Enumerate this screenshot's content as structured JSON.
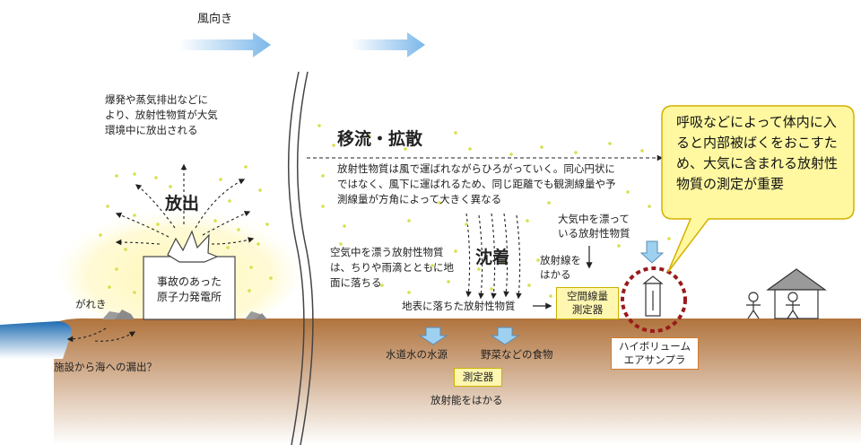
{
  "wind_label": "風向き",
  "release_desc": [
    "爆発や蒸気排出などに",
    "より、放射性物質が大気",
    "環境中に放出される"
  ],
  "release_title": "放出",
  "plant_label": [
    "事故のあった",
    "原子力発電所"
  ],
  "debris_label": "がれき",
  "sea_leak_label": "施設から海への漏出？",
  "advection_title": "移流・拡散",
  "advection_desc": [
    "放射性物質は風で運ばれながらひろがっていく。同心円状に",
    "ではなく、風下に運ばれるため、同じ距離でも観測線量や予",
    "測線量が方角によって大きく異なる"
  ],
  "deposition_title": "沈着",
  "deposition_desc": [
    "空気中を漂う放射性物質",
    "は、ちりや雨滴とともに地",
    "面に落ちる"
  ],
  "ground_label": "地表に落ちた放射性物質",
  "floating_label": [
    "大気中を漂って",
    "いる放射性物質"
  ],
  "measure_radiation": [
    "放射線を",
    "はかる"
  ],
  "dosimeter_label": [
    "空間線量",
    "測定器"
  ],
  "sampler_label": [
    "ハイボリューム",
    "エアサンプラ"
  ],
  "water_label": "水道水の水源",
  "food_label": "野菜などの食物",
  "meter_label": "測定器",
  "activity_label": "放射能をはかる",
  "callout_text": "呼吸などによって体内に入ると内部被ばくをおこすため、大気に含まれる放射性物質の測定が重要",
  "colors": {
    "ground": "#b9753b",
    "sea": "#2a7bbf",
    "wind_arrow": "#8ec2ee",
    "glow": "#fff4a8",
    "callout_fill": "#fff8a0",
    "callout_border": "#d4b000",
    "target_circle": "#9a1a1a"
  }
}
